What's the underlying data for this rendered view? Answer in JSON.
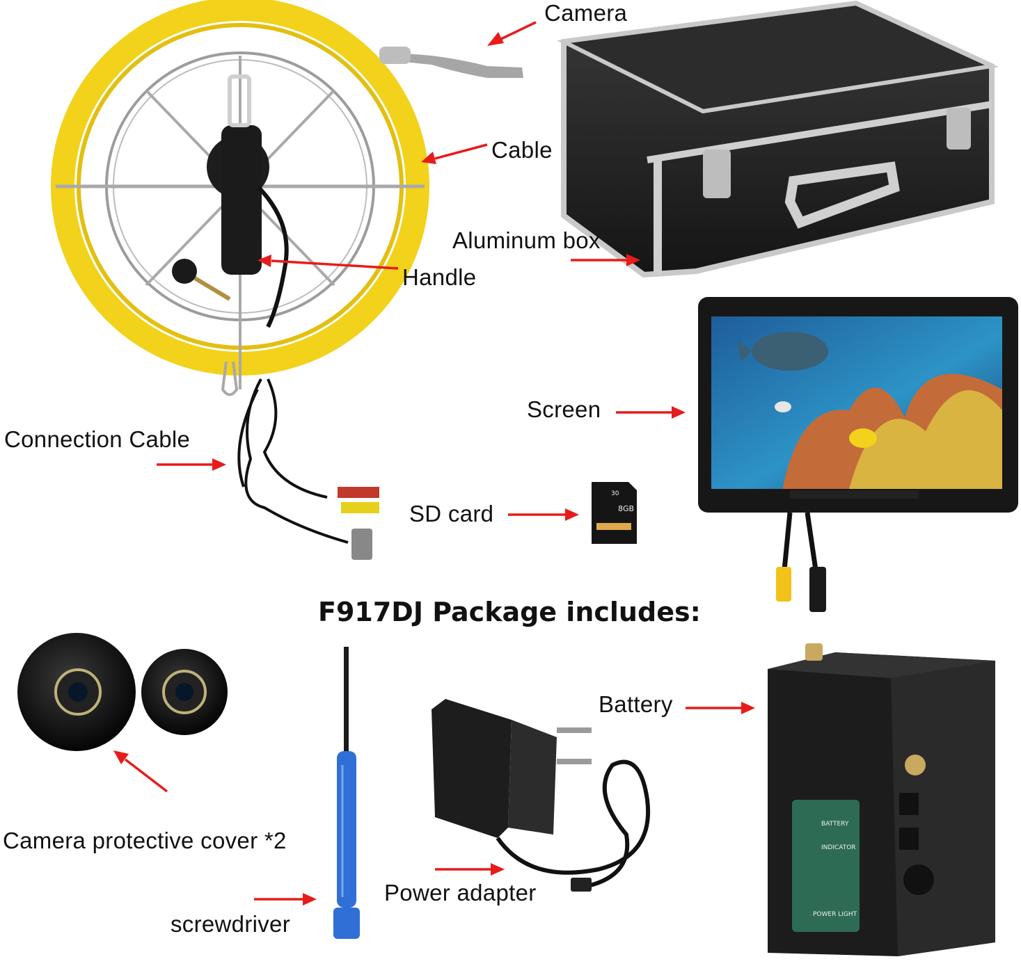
{
  "colors": {
    "arrow": "#e81b1b",
    "cable_yellow": "#f2d21b",
    "case_black": "#2a2a2a",
    "aluminum": "#c9c9c9",
    "screwdriver_blue": "#2f6fd6"
  },
  "labels": {
    "camera": "Camera",
    "cable": "Cable",
    "aluminum_box": "Aluminum box",
    "handle": "Handle",
    "screen": "Screen",
    "connection_cable": "Connection Cable",
    "sd_card": "SD card",
    "title": "F917DJ  Package includes:",
    "battery": "Battery",
    "camera_cover": "Camera protective cover *2",
    "power_adapter": "Power adapter",
    "screwdriver": "screwdriver"
  },
  "sd_card_text": {
    "speed": "30",
    "capacity": "8GB"
  },
  "battery_panel": {
    "battery": "BATTERY",
    "indicator": "INDICATOR",
    "power_light": "POWER LIGHT"
  },
  "icons": [
    "cable-reel-image",
    "aluminum-case-image",
    "monitor-image",
    "connection-cable-image",
    "sd-card-image",
    "camera-cover-image",
    "screwdriver-image",
    "power-adapter-image",
    "battery-box-image"
  ]
}
